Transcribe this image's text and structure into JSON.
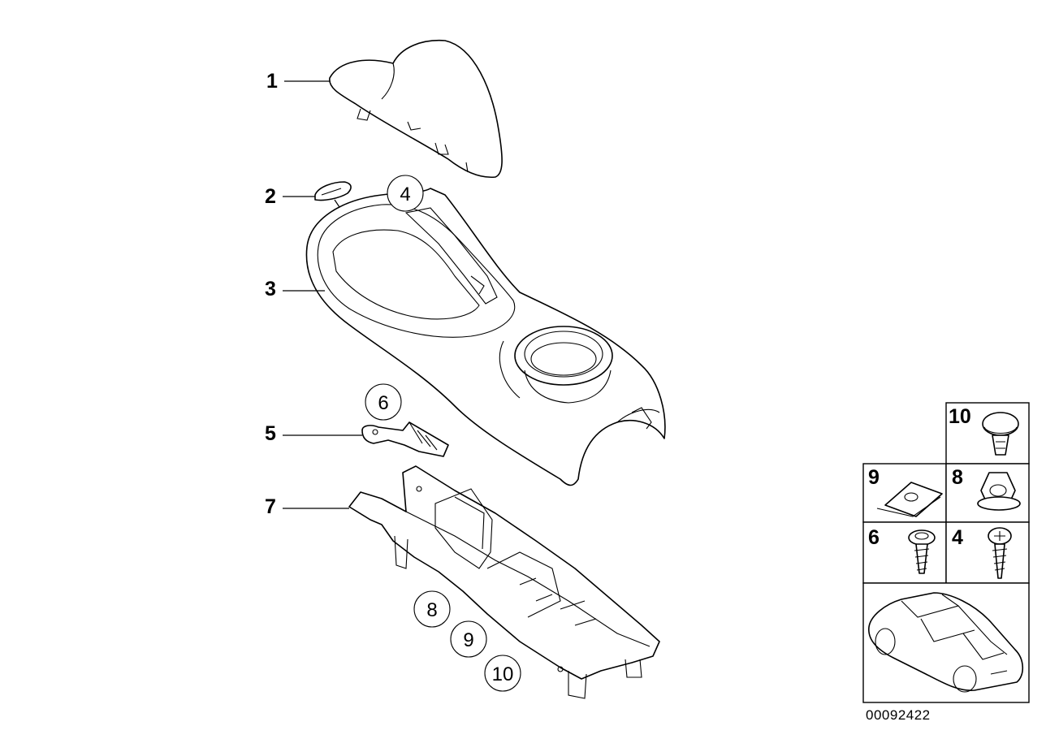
{
  "diagram": {
    "callouts": [
      "1",
      "2",
      "3",
      "5",
      "7"
    ],
    "circled_refs": [
      "4",
      "6",
      "8",
      "9",
      "10"
    ],
    "hardware_table": {
      "cells": [
        "10",
        "9",
        "8",
        "6",
        "4"
      ]
    },
    "image_code": "00092422"
  }
}
